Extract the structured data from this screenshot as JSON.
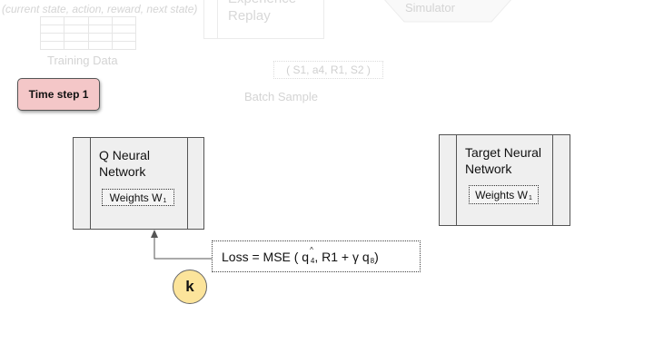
{
  "background": {
    "state_caption": "(current state, action, reward, next state)",
    "training_label": "Training Data",
    "replay_text_line1": "Experience",
    "replay_text_line2": "Replay",
    "simulator_text": "Simulator",
    "batch_text": "( S1,  a4,  R1,  S2 )",
    "batch_label": "Batch Sample"
  },
  "time_step_label": "Time step 1",
  "q_network": {
    "title_line1": "Q Neural",
    "title_line2": "Network",
    "weights_label": "Weights W",
    "weights_sub": "1"
  },
  "target_network": {
    "title_line1": "Target Neural",
    "title_line2": "Network",
    "weights_label": "Weights W",
    "weights_sub": "1"
  },
  "loss": {
    "prefix": "Loss = MSE ( q",
    "hat": "^",
    "q_sub": "4",
    "middle": " ,  R1 + γ  q",
    "target_sub": "8",
    "suffix": " )"
  },
  "k_label": "k",
  "colors": {
    "time_step_fill": "#f4c7c8",
    "network_fill": "#efefef",
    "k_fill": "#fce49b"
  }
}
